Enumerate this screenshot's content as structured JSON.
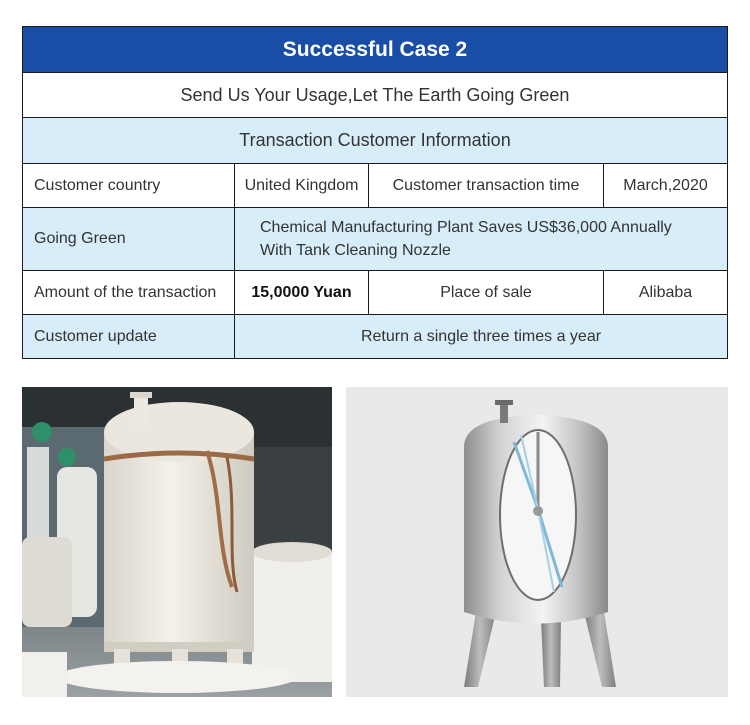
{
  "table": {
    "title": "Successful Case 2",
    "slogan": "Send Us Your Usage,Let The Earth Going Green",
    "section": "Transaction Customer Information",
    "rows": {
      "country_label": "Customer country",
      "country_value": "United Kingdom",
      "time_label": "Customer transaction  time",
      "time_value": "March,2020",
      "green_label": "Going Green",
      "green_line1": "Chemical Manufacturing Plant Saves US$36,000 Annually",
      "green_line2": "With Tank Cleaning Nozzle",
      "amount_label": "Amount of the transaction",
      "amount_value": "15,0000 Yuan",
      "place_label": "Place of sale",
      "place_value": "Alibaba",
      "update_label": "Customer update",
      "update_value": "Return a single three times a year"
    }
  },
  "colors": {
    "header_blue": "#1a4da6",
    "row_light_blue": "#d7edf9"
  }
}
